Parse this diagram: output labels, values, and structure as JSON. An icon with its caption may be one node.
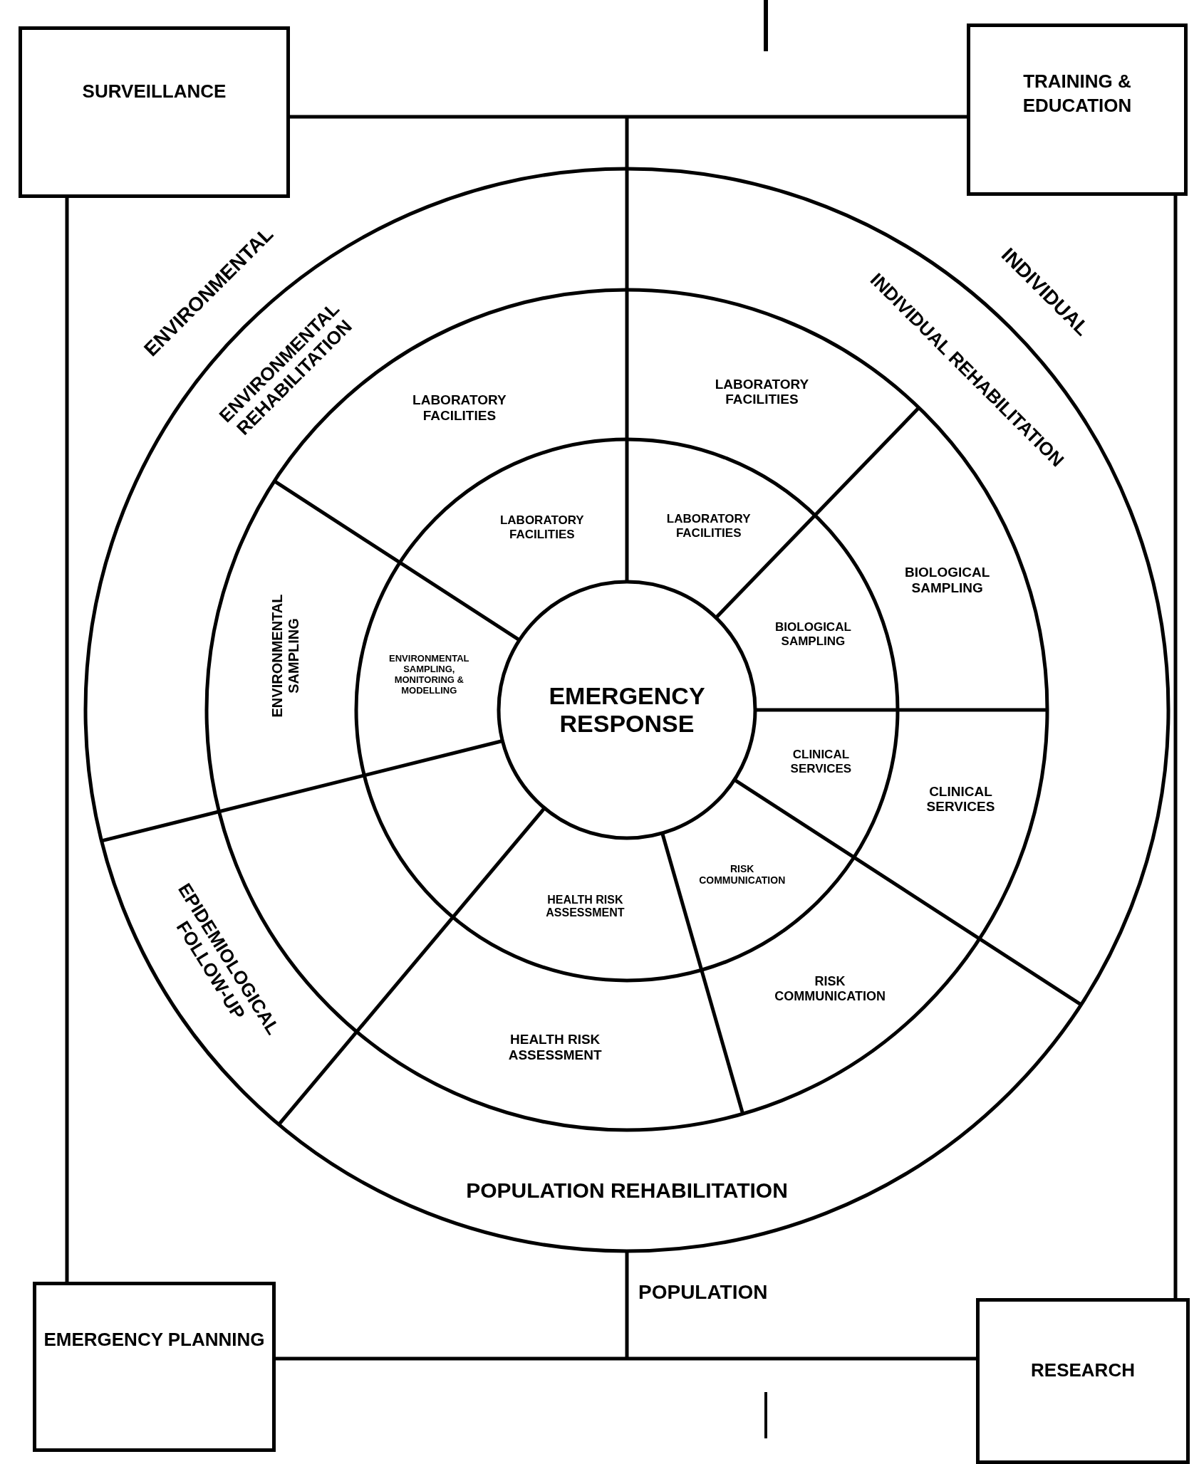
{
  "diagram": {
    "nodes": [
      {
        "text": [
          "SURVEILLANCE"
        ]
      },
      {
        "text": [
          "TRAINING & EDUCATION"
        ]
      },
      {
        "text": [
          "ENVIRONMENTAL REHABILITATION"
        ]
      },
      {
        "text": [
          "INDIVIDUAL REHABILITATION"
        ]
      },
      {
        "text": [
          "LABORATORY FACILITIES"
        ]
      },
      {
        "text": [
          "LABORATORY FACILITIES"
        ]
      },
      {
        "text": [
          "LABORATORY FACILITIES"
        ]
      },
      {
        "text": [
          "LABORATORY FACILITIES"
        ]
      },
      {
        "text": [
          "ENVIRONMENTAL SAMPLING"
        ]
      },
      {
        "text": [
          "ENVIRONMENTAL SAMPLING, MONITORING & MODELLING"
        ]
      },
      {
        "text": [
          "EMERGENCY RESPONSE"
        ]
      },
      {
        "text": [
          "BIOLOGICAL SAMPLING"
        ]
      },
      {
        "text": [
          "BIOLOGICAL SAMPLING"
        ]
      },
      {
        "text": [
          "CLINICAL SERVICES"
        ]
      },
      {
        "text": [
          "CLINICAL SERVICES"
        ]
      },
      {
        "text": [
          "EPIDEMIOLOGICAL FOLLOW-UP"
        ]
      },
      {
        "text": [
          "HEALTH RISK ASSESSMENT"
        ]
      },
      {
        "text": [
          "RISK COMMUNICATION"
        ]
      },
      {
        "text": [
          "RISK COMMUNICATION"
        ]
      },
      {
        "text": [
          "HEALTH RISK ASSESSMENT"
        ]
      },
      {
        "text": [
          "POPULATION REHABILITATION"
        ]
      },
      {
        "text": [
          "EMERGENCY PLANNING"
        ]
      },
      {
        "text": [
          "RESEARCH"
        ]
      }
    ],
    "edges": [
      {
        "from": 0,
        "to": 1,
        "arrow": "none"
      },
      {
        "from": 0,
        "to": 21,
        "arrow": "none"
      },
      {
        "from": 21,
        "to": 22,
        "arrow": "none"
      },
      {
        "from": 1,
        "to": 22,
        "arrow": "none"
      }
    ],
    "labels": [
      "ENVIRONMENTAL",
      "INDIVIDUAL",
      "POPULATION"
    ]
  }
}
